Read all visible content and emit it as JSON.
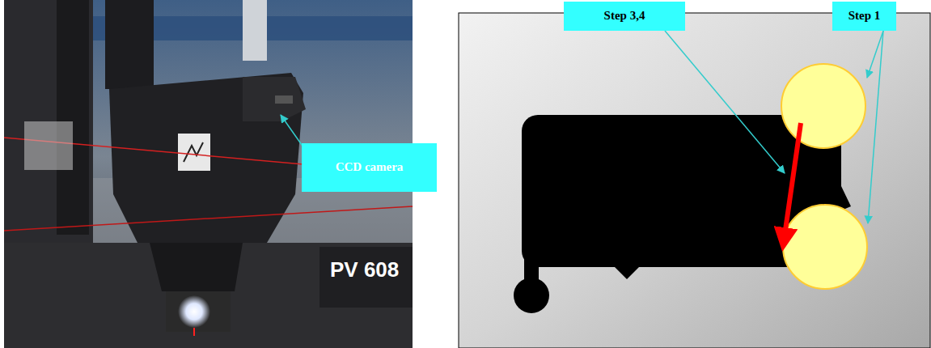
{
  "diagram": {
    "nodes": [
      {
        "text": [
          "CCD camera"
        ]
      },
      {
        "text": [
          "Step 3,4"
        ]
      },
      {
        "text": [
          "Step 1"
        ]
      }
    ],
    "labels": [
      "PV 608"
    ]
  }
}
